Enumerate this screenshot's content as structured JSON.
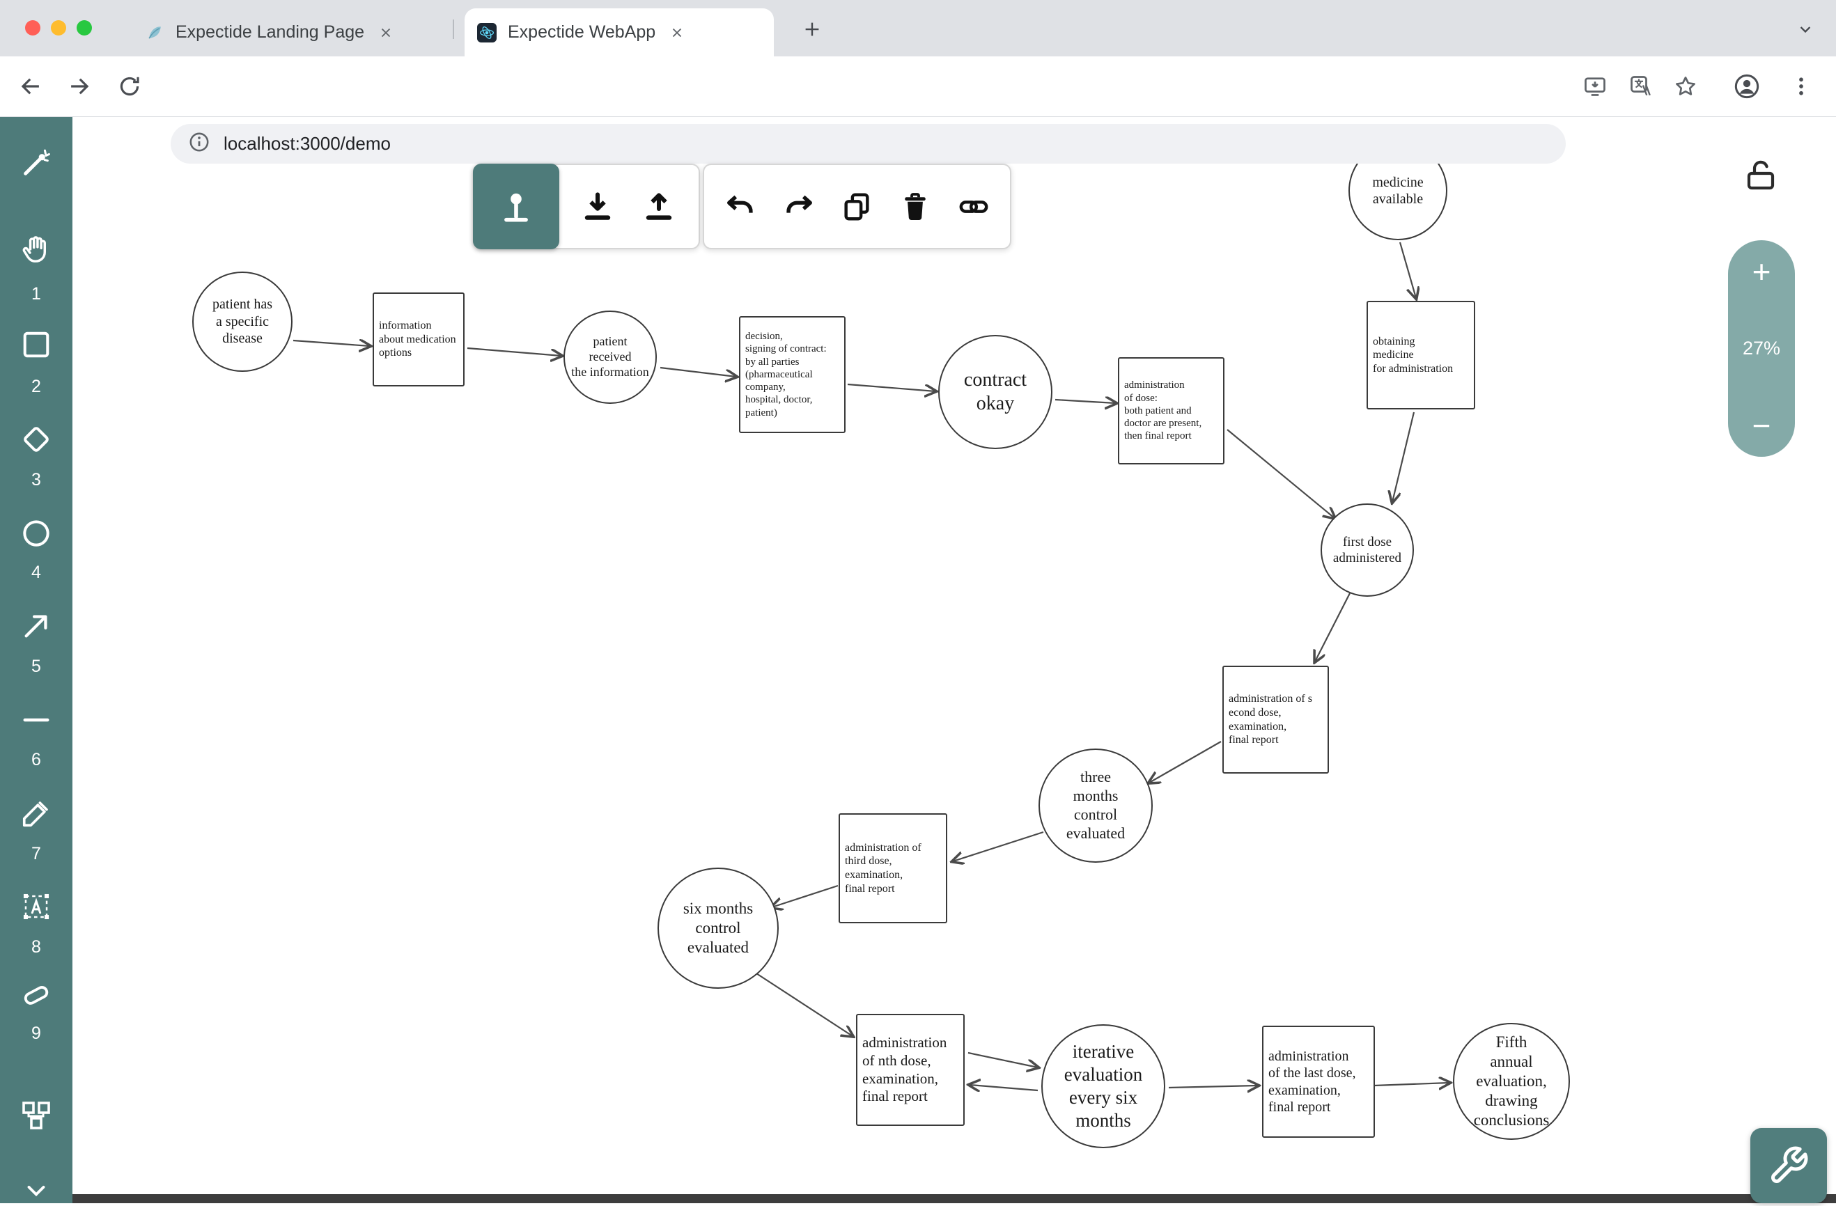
{
  "browser": {
    "tabs": [
      {
        "title": "Expectide Landing Page"
      },
      {
        "title": "Expectide WebApp"
      }
    ],
    "url": "localhost:3000/demo"
  },
  "sidebar": {
    "tools": [
      {
        "id": "laser-pointer",
        "number": ""
      },
      {
        "id": "hand",
        "number": "1"
      },
      {
        "id": "rectangle",
        "number": "2"
      },
      {
        "id": "diamond",
        "number": "3"
      },
      {
        "id": "ellipse",
        "number": "4"
      },
      {
        "id": "arrow",
        "number": "5"
      },
      {
        "id": "line",
        "number": "6"
      },
      {
        "id": "draw",
        "number": "7"
      },
      {
        "id": "text",
        "number": "8"
      },
      {
        "id": "eraser",
        "number": "9"
      },
      {
        "id": "flowchart",
        "number": ""
      }
    ]
  },
  "zoom": {
    "plus": "+",
    "level": "27%",
    "minus": "−"
  },
  "colors": {
    "sidebar_teal": "#4e7b7a",
    "zoom_pill": "#84aaa8",
    "canvas": "#ffffff"
  },
  "nodes": [
    {
      "shape": "circle",
      "label": "patient has\na specific\ndisease"
    },
    {
      "shape": "rect",
      "label": "information\nabout medication\noptions"
    },
    {
      "shape": "circle",
      "label": "patient\nreceived\nthe information"
    },
    {
      "shape": "rect",
      "label": "decision,\nsigning of contract:\nby all parties\n(pharmaceutical\ncompany,\nhospital, doctor,\npatient)"
    },
    {
      "shape": "circle",
      "label": "contract\nokay"
    },
    {
      "shape": "rect",
      "label": "administration\nof dose:\nboth patient and\ndoctor are present,\nthen final report"
    },
    {
      "shape": "circle",
      "label": "medicine\navailable"
    },
    {
      "shape": "rect",
      "label": "obtaining\nmedicine\nfor administration"
    },
    {
      "shape": "circle",
      "label": "first dose\nadministered"
    },
    {
      "shape": "rect",
      "label": "administration of s\necond dose,\nexamination,\nfinal report"
    },
    {
      "shape": "circle",
      "label": "three\nmonths\ncontrol\nevaluated"
    },
    {
      "shape": "rect",
      "label": "administration of\nthird dose,\nexamination,\nfinal report"
    },
    {
      "shape": "circle",
      "label": "six months\ncontrol\nevaluated"
    },
    {
      "shape": "rect",
      "label": "administration\nof nth dose,\nexamination,\nfinal report"
    },
    {
      "shape": "circle",
      "label": "iterative\nevaluation\nevery six\nmonths"
    },
    {
      "shape": "rect",
      "label": "administration\nof the last dose,\nexamination,\nfinal report"
    },
    {
      "shape": "circle",
      "label": "Fifth\nannual\nevaluation,\ndrawing\nconclusions"
    }
  ]
}
